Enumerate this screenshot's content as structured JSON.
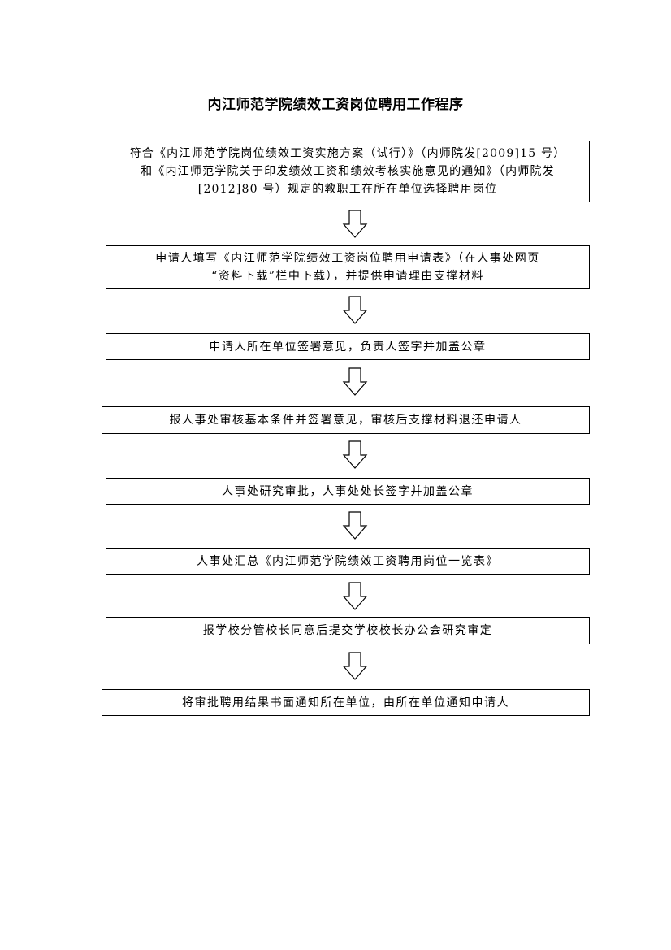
{
  "title": "内江师范学院绩效工资岗位聘用工作程序",
  "steps": [
    {
      "lines": [
        "符合《内江师范学院岗位绩效工资实施方案（试行）》（内师院发[2009]15 号）",
        "和《内江师范学院关于印发绩效工资和绩效考核实施意见的通知》（内师院发",
        "[2012]80 号）规定的教职工在所在单位选择聘用岗位"
      ]
    },
    {
      "lines": [
        "申请人填写《内江师范学院绩效工资岗位聘用申请表》（在人事处网页",
        "“资料下载”栏中下载），并提供申请理由支撑材料"
      ]
    },
    {
      "lines": [
        "申请人所在单位签署意见，负责人签字并加盖公章"
      ]
    },
    {
      "lines": [
        "报人事处审核基本条件并签署意见，审核后支撑材料退还申请人"
      ]
    },
    {
      "lines": [
        "人事处研究审批，人事处处长签字并加盖公章"
      ]
    },
    {
      "lines": [
        "人事处汇总《内江师范学院绩效工资聘用岗位一览表》"
      ]
    },
    {
      "lines": [
        "报学校分管校长同意后提交学校校长办公会研究审定"
      ]
    },
    {
      "lines": [
        "将审批聘用结果书面通知所在单位，由所在单位通知申请人"
      ]
    }
  ],
  "arrow_icon": "down-arrow-icon",
  "colors": {
    "border": "#000000",
    "background": "#ffffff"
  }
}
